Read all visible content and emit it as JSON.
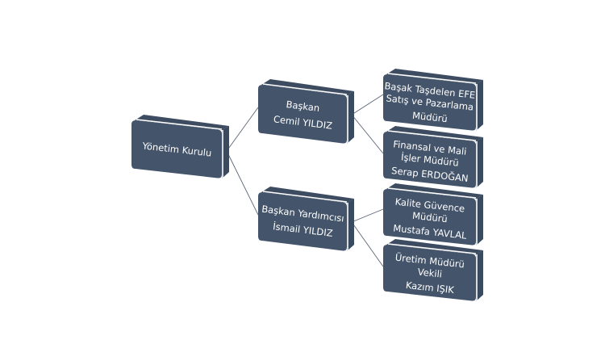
{
  "diagram": {
    "type": "org-chart",
    "colors": {
      "box": "#44546a",
      "box_side": "#3a4a5f",
      "connector": "#5a6677",
      "text": "#ffffff",
      "background": "#ffffff"
    },
    "root": {
      "lines": [
        "Yönetim Kurulu"
      ]
    },
    "level1": [
      {
        "lines": [
          "Başkan",
          "Cemil YILDIZ"
        ]
      },
      {
        "lines": [
          "Başkan Yardımcısı",
          "İsmail YILDIZ"
        ]
      }
    ],
    "level2": [
      {
        "parent": 0,
        "lines": [
          "Başak Taşdelen EFE",
          "Satış ve Pazarlama",
          "Müdürü"
        ]
      },
      {
        "parent": 0,
        "lines": [
          "Finansal ve Mali",
          "İşler Müdürü",
          "Serap ERDOĞAN"
        ]
      },
      {
        "parent": 1,
        "lines": [
          "Kalite Güvence",
          "Müdürü",
          "Mustafa YAVLAL"
        ]
      },
      {
        "parent": 1,
        "lines": [
          "Üretim Müdürü",
          "Vekili",
          "Kazım IŞIK"
        ]
      }
    ]
  }
}
